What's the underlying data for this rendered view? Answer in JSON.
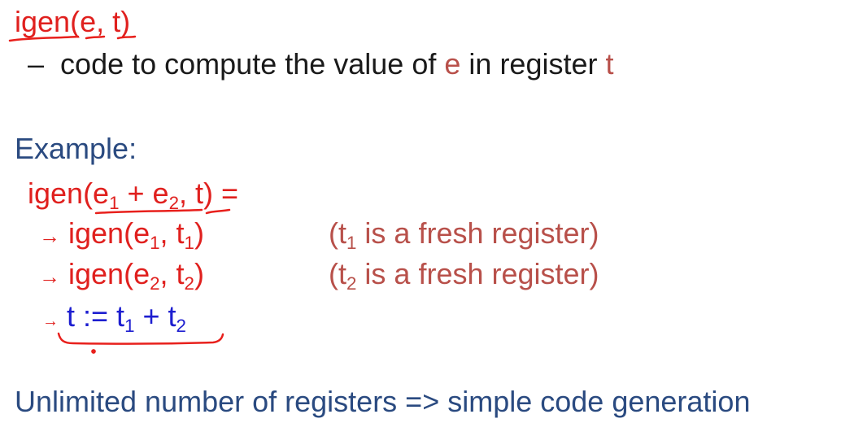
{
  "slide": {
    "definition": {
      "fn": "igen",
      "e": "e",
      "t": "t",
      "dash": "–",
      "desc_pre": "code to compute the value of",
      "desc_e": "e",
      "desc_mid": "in register",
      "desc_t": "t"
    },
    "example": {
      "label": "Example:",
      "head": {
        "fn": "igen(e",
        "sub1": "1",
        "plus": " + e",
        "sub2": "2",
        "t": "t",
        "end": ") ="
      },
      "steps": [
        {
          "arrow": "→",
          "pre": "igen(e",
          "sub_a": "1",
          "mid": ", t",
          "sub_b": "1",
          "end": ")",
          "note_pre": "(t",
          "note_sub": "1",
          "note_post": " is a fresh register)"
        },
        {
          "arrow": "→",
          "pre": "igen(e",
          "sub_a": "2",
          "mid": ", t",
          "sub_b": "2",
          "end": ")",
          "note_pre": "(t",
          "note_sub": "2",
          "note_post": " is a fresh register)"
        }
      ],
      "assign": {
        "arrow": "→",
        "pre": "t := t",
        "sub_a": "1",
        "mid": " + t",
        "sub_b": "2"
      }
    },
    "conclusion": "Unlimited number of registers => simple code generation"
  },
  "colors": {
    "title_red": "#e0201e",
    "muted_red": "#b8504a",
    "navy": "#2a4a80",
    "blue": "#1d1ed0",
    "text": "#1a1a1a"
  }
}
